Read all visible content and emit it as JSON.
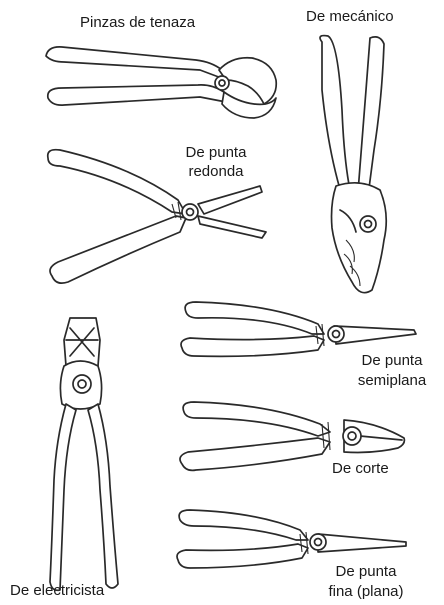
{
  "labels": {
    "tenaza": "Pinzas de tenaza",
    "mecanico": "De mecánico",
    "punta_redonda_1": "De punta",
    "punta_redonda_2": "redonda",
    "semiplana_1": "De punta",
    "semiplana_2": "semiplana",
    "corte": "De corte",
    "fina_1": "De punta",
    "fina_2": "fina (plana)",
    "electricista": "De electricista"
  },
  "colors": {
    "ink": "#2a2a2a",
    "background": "#ffffff"
  }
}
